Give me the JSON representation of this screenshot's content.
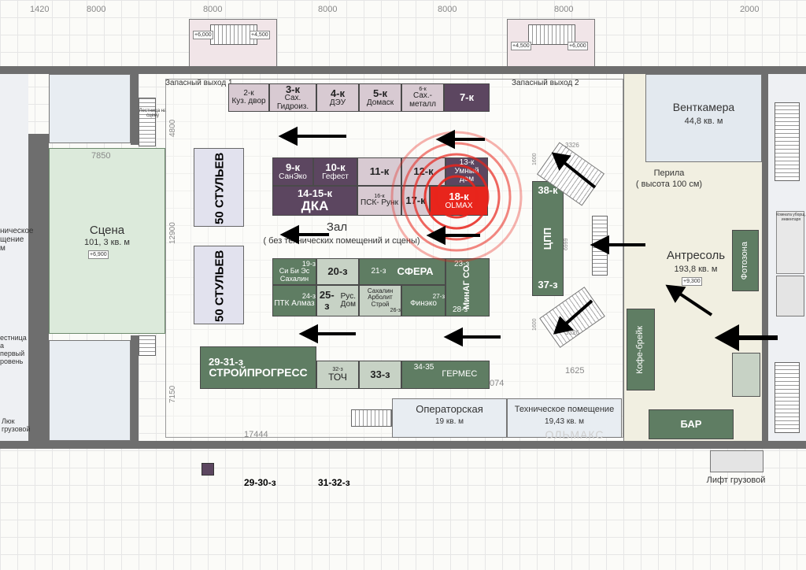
{
  "dimensions": {
    "top": [
      "1420",
      "8000",
      "8000",
      "8000",
      "8000",
      "2000"
    ],
    "hall_width": "7850",
    "hall_height_a": "4800",
    "hall_height_b": "12900",
    "hall_height_c": "7150",
    "bottom_total": "17444",
    "bottom_mid": "074",
    "mezz_width": "1625",
    "stair_len_a": "3326",
    "stair_len_b": "3326",
    "stair_h_a": "1600",
    "stair_h_b": "1600",
    "ramp": "6999"
  },
  "levels": {
    "stair_left_a": "+6,000",
    "stair_left_b": "+4,500",
    "stair_right_a": "+4,500",
    "stair_right_b": "+6,000",
    "stage": "+6,900",
    "mezzanine": "+9,300"
  },
  "rooms": {
    "emergency_exit_1": "Запасный выход 1",
    "emergency_exit_2": "Запасный выход 2",
    "stair_to_stage": "Лестница на сцену",
    "stage_name": "Сцена",
    "stage_area": "101, 3 кв. м",
    "left_partial_1": "ническое",
    "left_partial_2": "щение",
    "left_partial_3": "м",
    "left_stair_1": "естница",
    "left_stair_2": "а первый",
    "left_stair_3": "ровень",
    "left_lift": "Люк",
    "left_lift2": "грузовой",
    "hall_name": "Зал",
    "hall_note": "( без технических помещений и сцены)",
    "vent_name": "Венткамера",
    "vent_area": "44,8 кв. м",
    "railing": "Перила",
    "railing_height": "( высота 100 см)",
    "mezz_name": "Антресоль",
    "mezz_area": "193,8 кв. м",
    "operator_name": "Операторская",
    "operator_area": "19 кв. м",
    "tech_name": "Техническое помещение",
    "tech_area": "19,43 кв. м",
    "cargo_lift": "Лифт грузовой",
    "small_room": "Комната уборщ. инвентаря"
  },
  "seating": {
    "chairs_1": "50 СТУЛЬЕВ",
    "chairs_2": "50 СТУЛЬЕВ"
  },
  "stalls": {
    "s2": {
      "code": "2-к",
      "name": "Куз. двор"
    },
    "s3": {
      "code": "3-к",
      "name": "Сах. Гидроиз."
    },
    "s4": {
      "code": "4-к",
      "name": "ДЭУ"
    },
    "s5": {
      "code": "5-к",
      "name": "Домаск"
    },
    "s6": {
      "code": "6-к",
      "name": "Сах.- металл"
    },
    "s7": {
      "code": "7-к",
      "name": ""
    },
    "s9": {
      "code": "9-к",
      "name": "СанЭко"
    },
    "s10": {
      "code": "10-к",
      "name": "Гефест"
    },
    "s11": {
      "code": "11-к",
      "name": ""
    },
    "s12": {
      "code": "12-к",
      "name": ""
    },
    "s13": {
      "code": "13-к",
      "name": "Умный дом"
    },
    "s14": {
      "code": "14-15-к",
      "name": "ДКА"
    },
    "s16": {
      "code": "16-к",
      "name": "ПСК- Рунк"
    },
    "s17": {
      "code": "17-к",
      "name": ""
    },
    "s18": {
      "code": "18-к",
      "name": "OLMAX"
    },
    "s19": {
      "code": "19-з",
      "name": "Си Би Эс Сахалин"
    },
    "s20": {
      "code": "20-з",
      "name": ""
    },
    "s21": {
      "code": "21-з",
      "name": "СФЕРА"
    },
    "s23": {
      "code": "23-з",
      "name": "МинАГ СО"
    },
    "s24": {
      "code": "24-з",
      "name": "ПТК Алмаз"
    },
    "s25": {
      "code": "25-з",
      "name": "Рус. Дом"
    },
    "s26": {
      "code": "26-з",
      "name": "Сахалин Арболит Строй"
    },
    "s27": {
      "code": "27-з",
      "name": "Финэко"
    },
    "s28": {
      "code": "28-з",
      "name": ""
    },
    "s29": {
      "code": "29-31-з",
      "name": "СТРОЙПРОГРЕСС"
    },
    "s32": {
      "code": "32-з",
      "name": "ТОЧ"
    },
    "s33": {
      "code": "33-з",
      "name": ""
    },
    "s34": {
      "code": "34-35",
      "name": "ГЕРМЕС"
    },
    "s37": {
      "code": "37-з",
      "name": ""
    },
    "s38": {
      "code": "38-к",
      "name": "ЦПП"
    },
    "photo": {
      "code": "",
      "name": "Фотозона"
    },
    "coffee": {
      "code": "",
      "name": "Кофе-брейк"
    },
    "bar": {
      "code": "",
      "name": "БАР"
    }
  },
  "legend": {
    "item_1": "29-30-з",
    "item_2": "31-32-з"
  },
  "watermark": "ОЛЬМАКС",
  "colors": {
    "stall_dark": "#5c4660",
    "stall_mid": "#d8cad2",
    "stall_highlight": "#e8251c",
    "stall_green": "#5f7d63",
    "stall_light_green": "#c7d2c5",
    "arrow": "#000000",
    "highlight_ring": "#e8251c"
  }
}
